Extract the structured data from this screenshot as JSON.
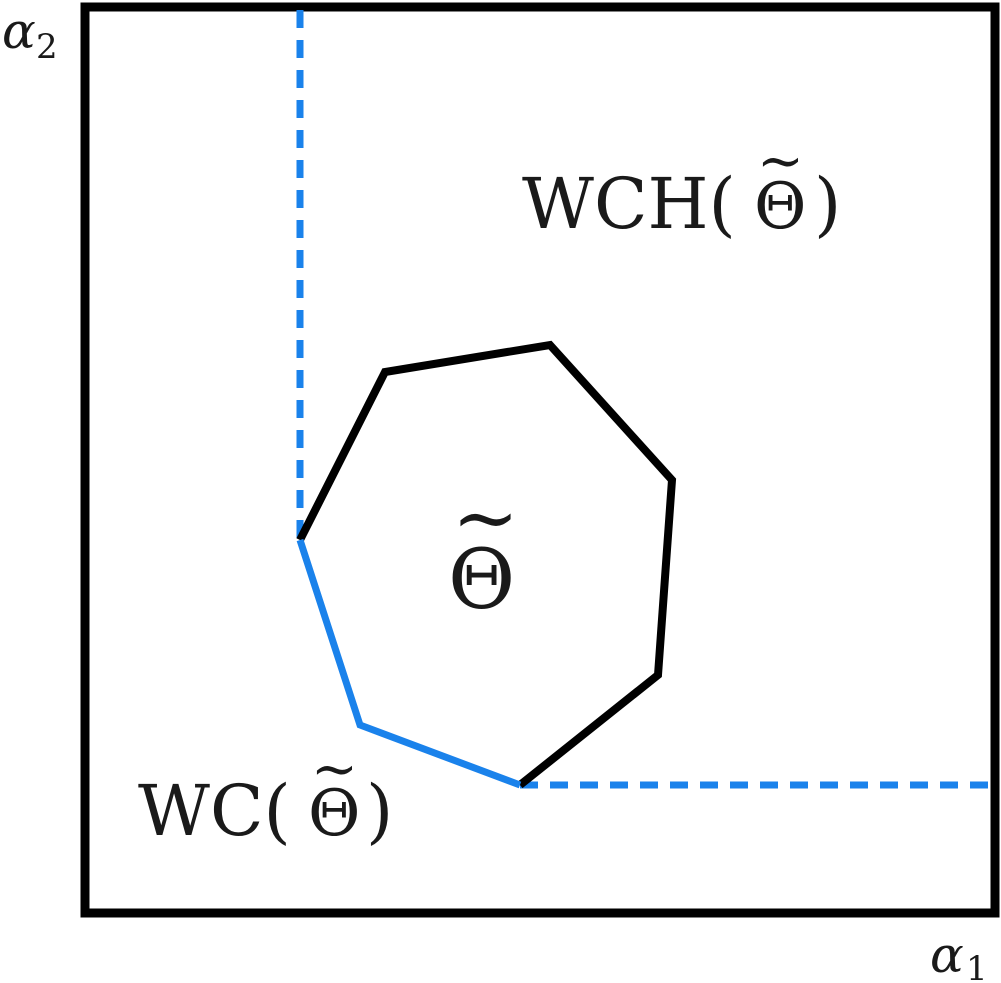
{
  "axes": {
    "x_label": "α",
    "x_subscript": "1",
    "y_label": "α",
    "y_subscript": "2"
  },
  "labels": {
    "set_symbol": "Θ",
    "tilde": "~",
    "wch_prefix": "WCH(",
    "wch_suffix": ")",
    "wc_prefix": "WC(",
    "wc_suffix": ")"
  },
  "colors": {
    "frame": "#000000",
    "polygon": "#000000",
    "weakly_convex_boundary": "#1a82eb",
    "text": "#1a1a1a"
  }
}
